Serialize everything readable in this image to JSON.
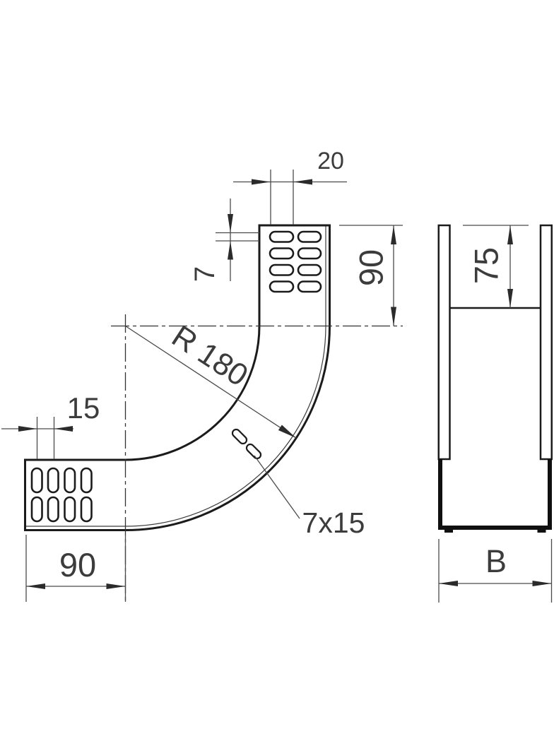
{
  "drawing": {
    "kind": "technical-drawing-90-degree-vertical-bend",
    "views": {
      "front": {
        "dims": {
          "top_width": "20",
          "slot_height": "7",
          "vertical_leg": "90",
          "bend_radius": "R 180",
          "slot_pitch": "15",
          "slot_size": "7x15",
          "horizontal_leg": "90"
        }
      },
      "side": {
        "dims": {
          "rail_height": "75",
          "tray_width": "B"
        }
      }
    },
    "colors": {
      "background": "#ffffff",
      "outline": "#1b1b1b",
      "dimension_line": "#4a4a4a",
      "text": "#3c3c3c"
    }
  }
}
